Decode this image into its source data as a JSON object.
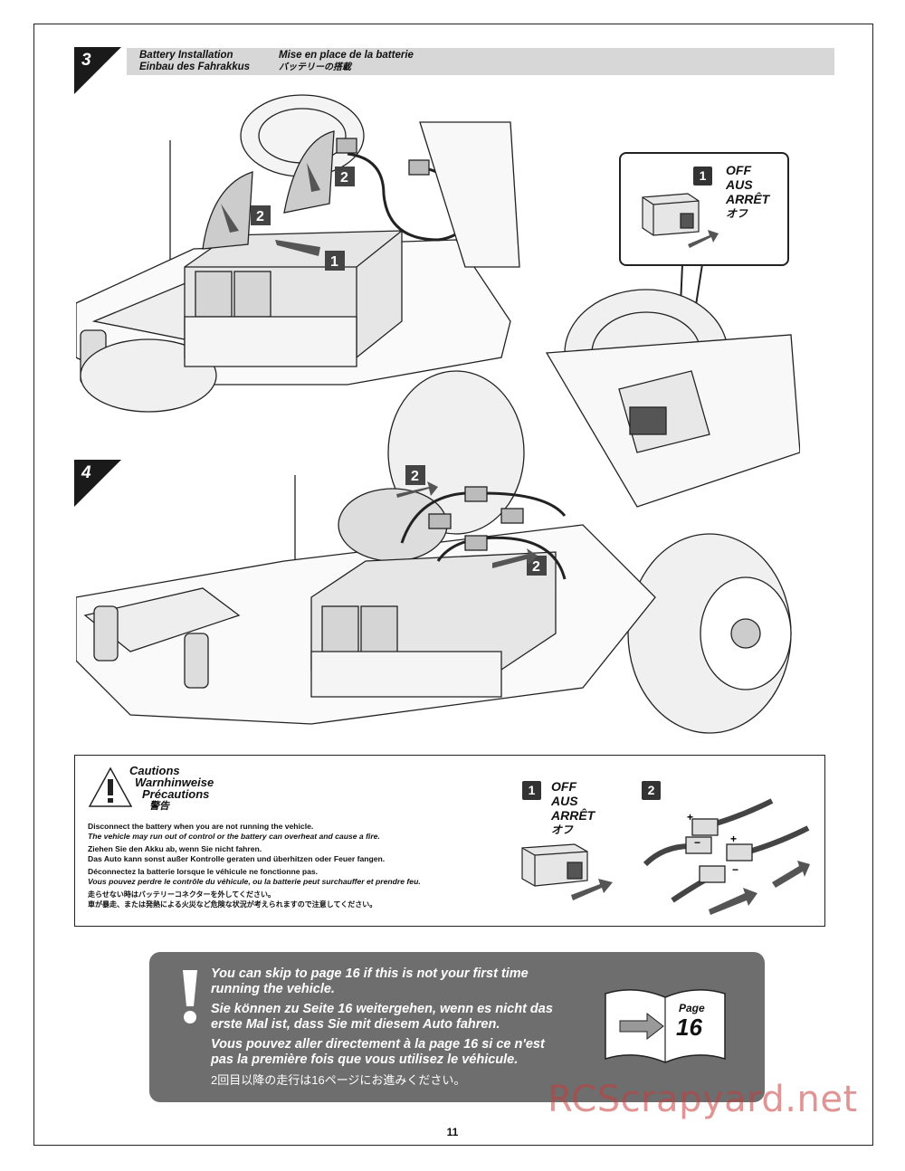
{
  "step3": {
    "number": "3",
    "title_en": "Battery Installation",
    "title_de": "Einbau des Fahrakkus",
    "title_fr": "Mise en place de la batterie",
    "title_ja": "バッテリーの搭載"
  },
  "step4": {
    "number": "4"
  },
  "callouts": {
    "sub1": "1",
    "sub2": "2",
    "off": "OFF",
    "aus": "AUS",
    "arret": "ARRÊT",
    "off_ja": "オフ"
  },
  "cautions": {
    "title_en": "Cautions",
    "title_de": "Warnhinweise",
    "title_fr": "Précautions",
    "title_ja": "警告",
    "lines": [
      "Disconnect the battery when you are not running the vehicle.",
      "The vehicle may run out of control or the battery can overheat and cause a fire.",
      "Ziehen Sie den Akku ab, wenn Sie nicht fahren.",
      "Das Auto kann sonst außer Kontrolle geraten und überhitzen oder Feuer fangen.",
      "Déconnectez la batterie lorsque le véhicule ne fonctionne pas.",
      "Vous pouvez perdre le contrôle du véhicule, ou la batterie peut surchauffer et prendre feu.",
      "走らせない時はバッテリーコネクターを外してください。",
      "車が暴走、または発熱による火災など危険な状況が考えられますので注意してください。"
    ]
  },
  "skip_note": {
    "lines": [
      "You can skip to page 16 if this is not your first time",
      "running the vehicle.",
      "Sie können zu Seite 16 weitergehen, wenn es nicht das",
      "erste Mal ist, dass Sie mit diesem Auto fahren.",
      "Vous pouvez aller directement à la page 16 si ce n'est",
      "pas la première fois que vous utilisez le véhicule.",
      "2回目以降の走行は16ページにお進みください。"
    ],
    "book_label": "Page",
    "book_page": "16"
  },
  "page_number": "11",
  "watermark": "RCScrapyard.net",
  "colors": {
    "header_bar": "#d7d7d7",
    "skip_box": "#6e6e6e",
    "badge": "#1a1a1a"
  }
}
